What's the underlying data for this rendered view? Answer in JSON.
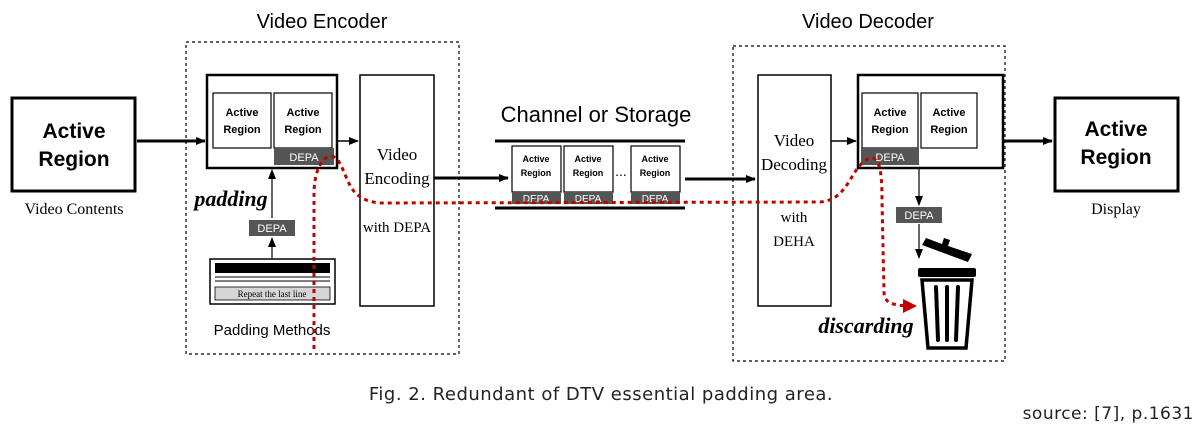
{
  "encoder": {
    "title": "Video Encoder",
    "input_box": {
      "line1": "Active",
      "line2": "Region"
    },
    "input_caption": "Video Contents",
    "frame": {
      "region1": [
        "Active",
        "Region"
      ],
      "region2": [
        "Active",
        "Region"
      ],
      "depa": "DEPA"
    },
    "padding_label": "padding",
    "depa_small": "DEPA",
    "padding_methods_caption": "Padding Methods",
    "padding_line_text": "Repeat the last line",
    "encoding_box": [
      "Video",
      "Encoding",
      "with DEPA"
    ]
  },
  "channel": {
    "title": "Channel or Storage",
    "region": [
      "Active",
      "Region"
    ],
    "depa": "DEPA",
    "ellipsis": "..."
  },
  "decoder": {
    "title": "Video Decoder",
    "decoding_box": [
      "Video",
      "Decoding",
      "with",
      "DEHA"
    ],
    "frame": {
      "region1": [
        "Active",
        "Region"
      ],
      "region2": [
        "Active",
        "Region"
      ],
      "depa": "DEPA"
    },
    "depa_small": "DEPA",
    "discarding_label": "discarding",
    "output_box": {
      "line1": "Active",
      "line2": "Region"
    },
    "output_caption": "Display"
  },
  "caption": "Fig. 2. Redundant of DTV essential padding area.",
  "source": "source: [7], p.1631",
  "colors": {
    "depa_fill": "#555555",
    "dashed_path": "#c00000",
    "trash": "#000000"
  }
}
